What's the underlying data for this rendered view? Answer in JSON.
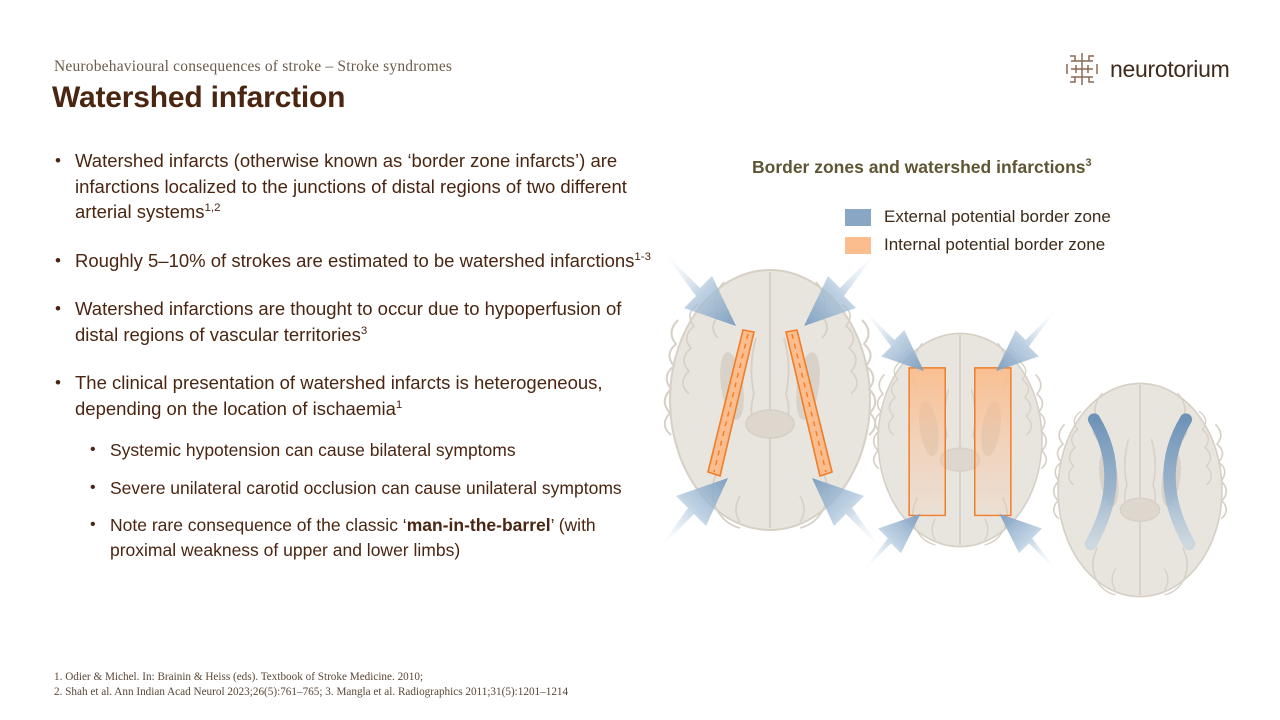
{
  "header": {
    "eyebrow": "Neurobehavioural consequences of stroke – Stroke syndromes",
    "title": "Watershed infarction",
    "logo_text": "neurotorium"
  },
  "content": {
    "bullets": [
      {
        "text": "Watershed infarcts (otherwise known as ‘border zone infarcts’) are infarctions localized to the junctions of distal regions of two different arterial systems",
        "citation": "1,2"
      },
      {
        "text": "Roughly 5–10% of strokes are estimated to be watershed infarctions",
        "citation": "1-3"
      },
      {
        "text": "Watershed infarctions are thought to occur due to hypoperfusion of distal regions of vascular territories",
        "citation": "3"
      },
      {
        "text": "The clinical presentation of watershed infarcts is heterogeneous, depending on the location of ischaemia",
        "citation": "1"
      }
    ],
    "sub_bullets": [
      {
        "text": "Systemic hypotension can cause bilateral symptoms"
      },
      {
        "text": "Severe unilateral carotid occlusion can cause unilateral symptoms"
      },
      {
        "prefix": "Note rare consequence of the classic ‘",
        "bold": "man-in-the-barrel",
        "suffix": "’ (with proximal weakness of upper and lower limbs)"
      }
    ]
  },
  "footnotes": {
    "line1": "1. Odier & Michel. In: Brainin & Heiss (eds). Textbook of Stroke Medicine. 2010;",
    "line2": "2. Shah et al. Ann Indian Acad Neurol 2023;26(5):761–765; 3. Mangla et al. Radiographics 2011;31(5):1201–1214"
  },
  "panel": {
    "title": "Border zones and watershed infarctions",
    "title_citation": "3",
    "legend": [
      {
        "label": "External potential border zone",
        "color": "#89a6c4"
      },
      {
        "label": "Internal potential border zone",
        "color": "#fbbd8e"
      }
    ]
  },
  "colors": {
    "title": "#4a2511",
    "eyebrow": "#6b5b4a",
    "panel_title": "#5f5534",
    "brain_fill": "#e8e4de",
    "brain_stroke": "#d6d0c6",
    "arrow_blue": "#7e9fc0",
    "band_orange_stroke": "#f07d28",
    "band_orange_fill": "#fbbd8e"
  }
}
